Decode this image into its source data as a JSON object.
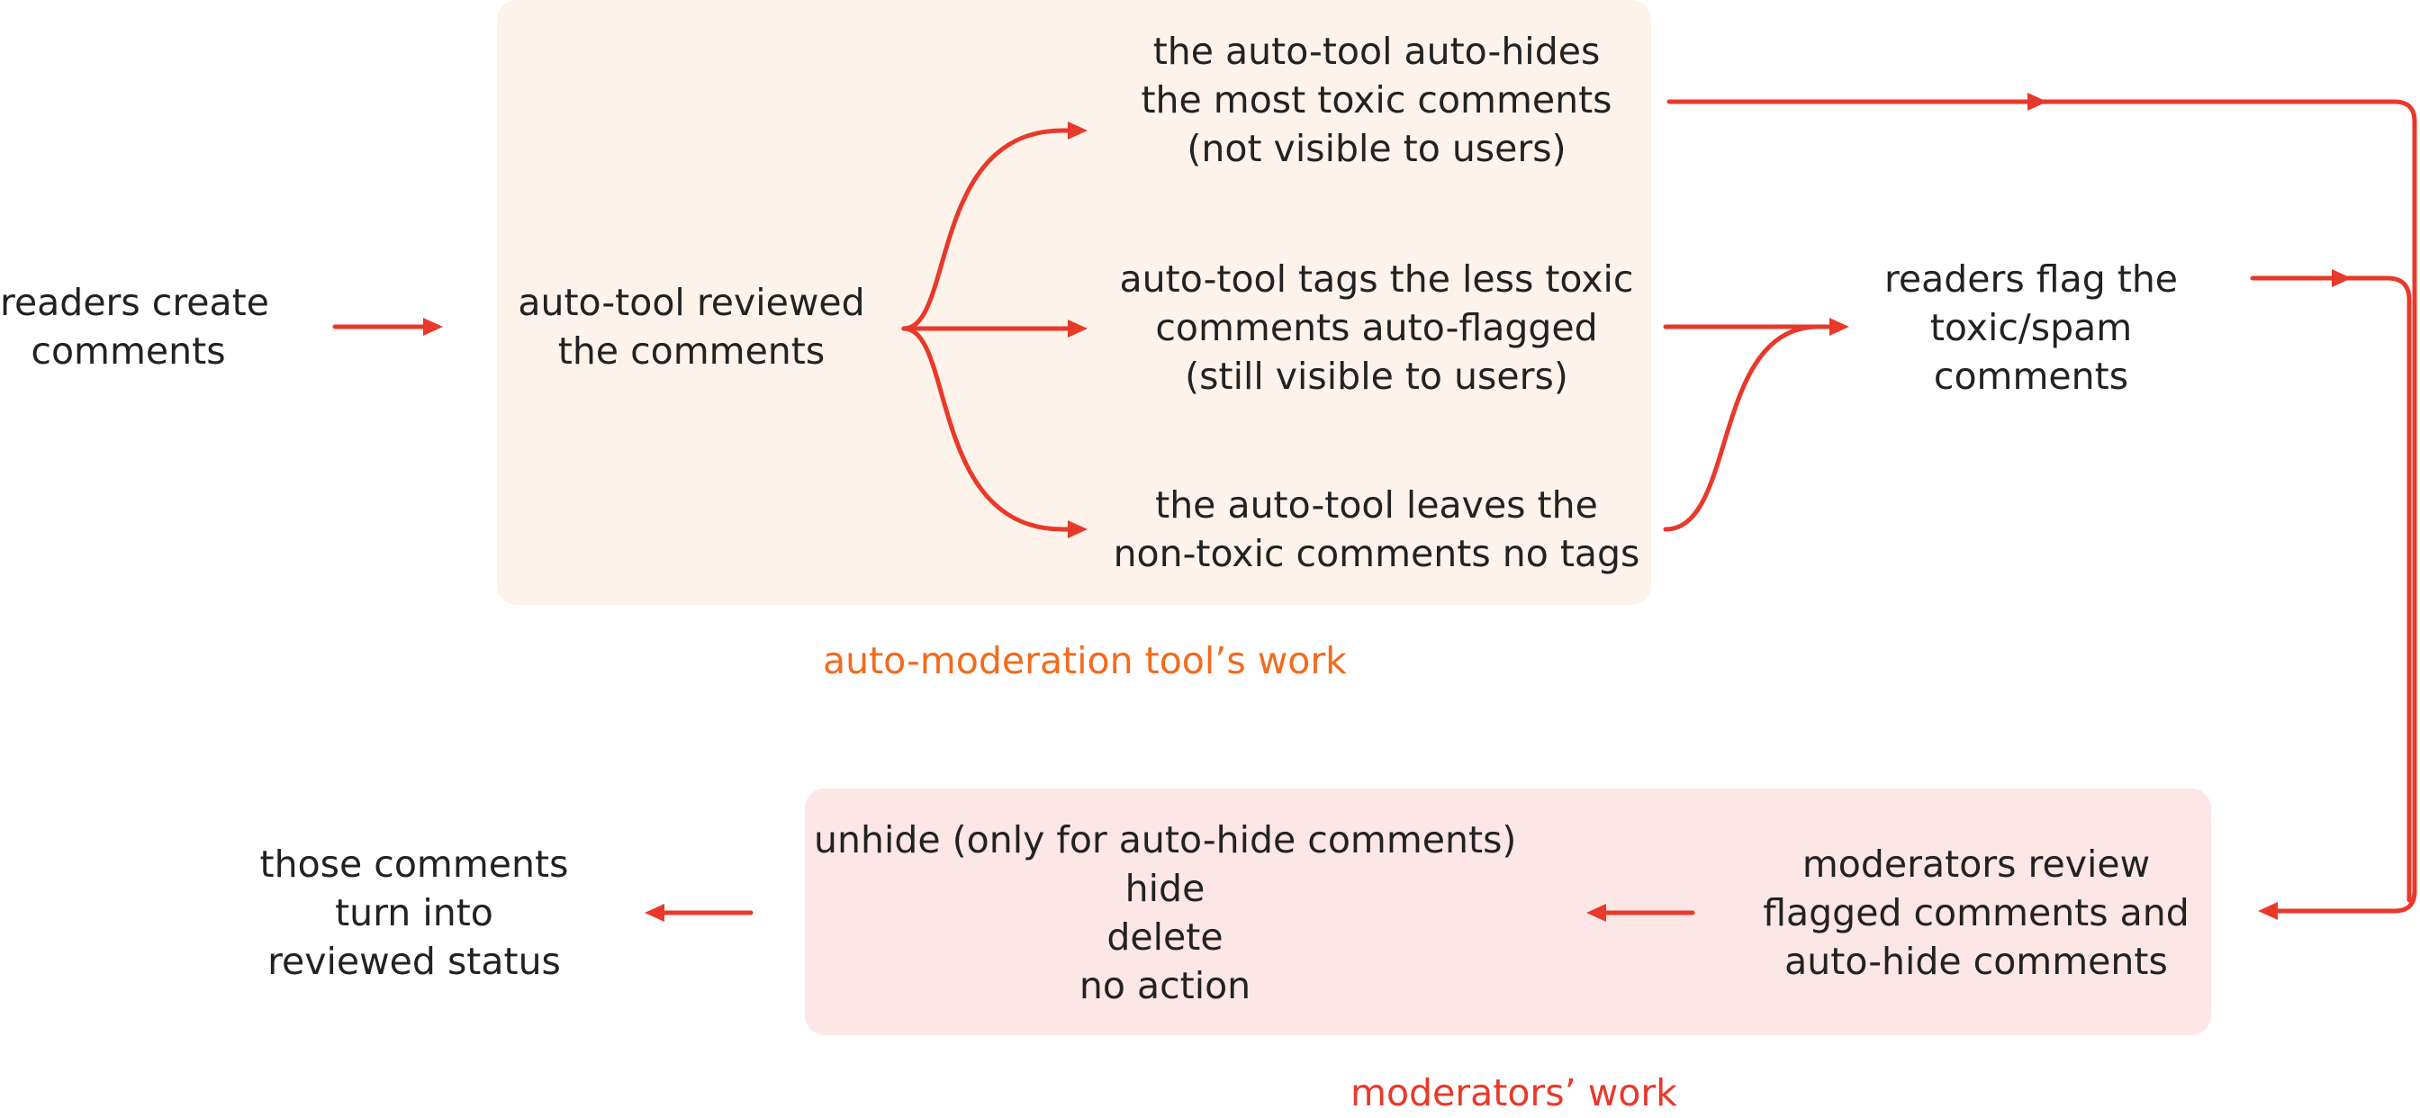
{
  "colors": {
    "arrow": "#e8392b",
    "auto_panel_bg": "#fdf3ea",
    "moderator_panel_bg": "#fce7e6",
    "auto_caption": "#f26b1d",
    "moderator_caption": "#e8392b"
  },
  "nodes": {
    "readers_create": [
      "readers create",
      "comments"
    ],
    "auto_review": [
      "auto-tool reviewed",
      "the comments"
    ],
    "auto_hide": [
      "the auto-tool auto-hides",
      "the most toxic comments",
      "(not visible to users)"
    ],
    "auto_flag": [
      "auto-tool tags the less toxic",
      "comments auto-flagged",
      "(still visible to users)"
    ],
    "no_tags": [
      "the auto-tool leaves the",
      "non-toxic comments no tags"
    ],
    "readers_flag": [
      "readers flag the",
      "toxic/spam",
      "comments"
    ],
    "moderators_review": [
      "moderators review",
      "flagged comments and",
      "auto-hide comments"
    ],
    "actions": [
      "unhide (only for auto-hide comments)",
      "hide",
      "delete",
      "no action"
    ],
    "reviewed_status": [
      "those comments",
      "turn into",
      "reviewed status"
    ]
  },
  "captions": {
    "auto": "auto-moderation tool’s work",
    "moderators": "moderators’ work"
  }
}
